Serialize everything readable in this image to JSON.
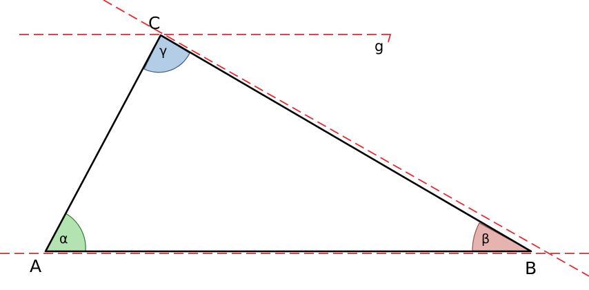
{
  "vertices": {
    "a": "A",
    "b": "B",
    "c": "C"
  },
  "angles": {
    "alpha": "α",
    "beta": "β",
    "gamma": "γ"
  },
  "lines": {
    "g": "g"
  },
  "colors": {
    "triangle_edge": "#000000",
    "construction_line": "#e8262a",
    "alpha_fill": "#b3e3b0",
    "alpha_stroke": "#2e7d32",
    "beta_fill": "#e6b3b0",
    "beta_stroke": "#8a5550",
    "gamma_fill": "#b4cde6",
    "gamma_stroke": "#3c5a80"
  }
}
